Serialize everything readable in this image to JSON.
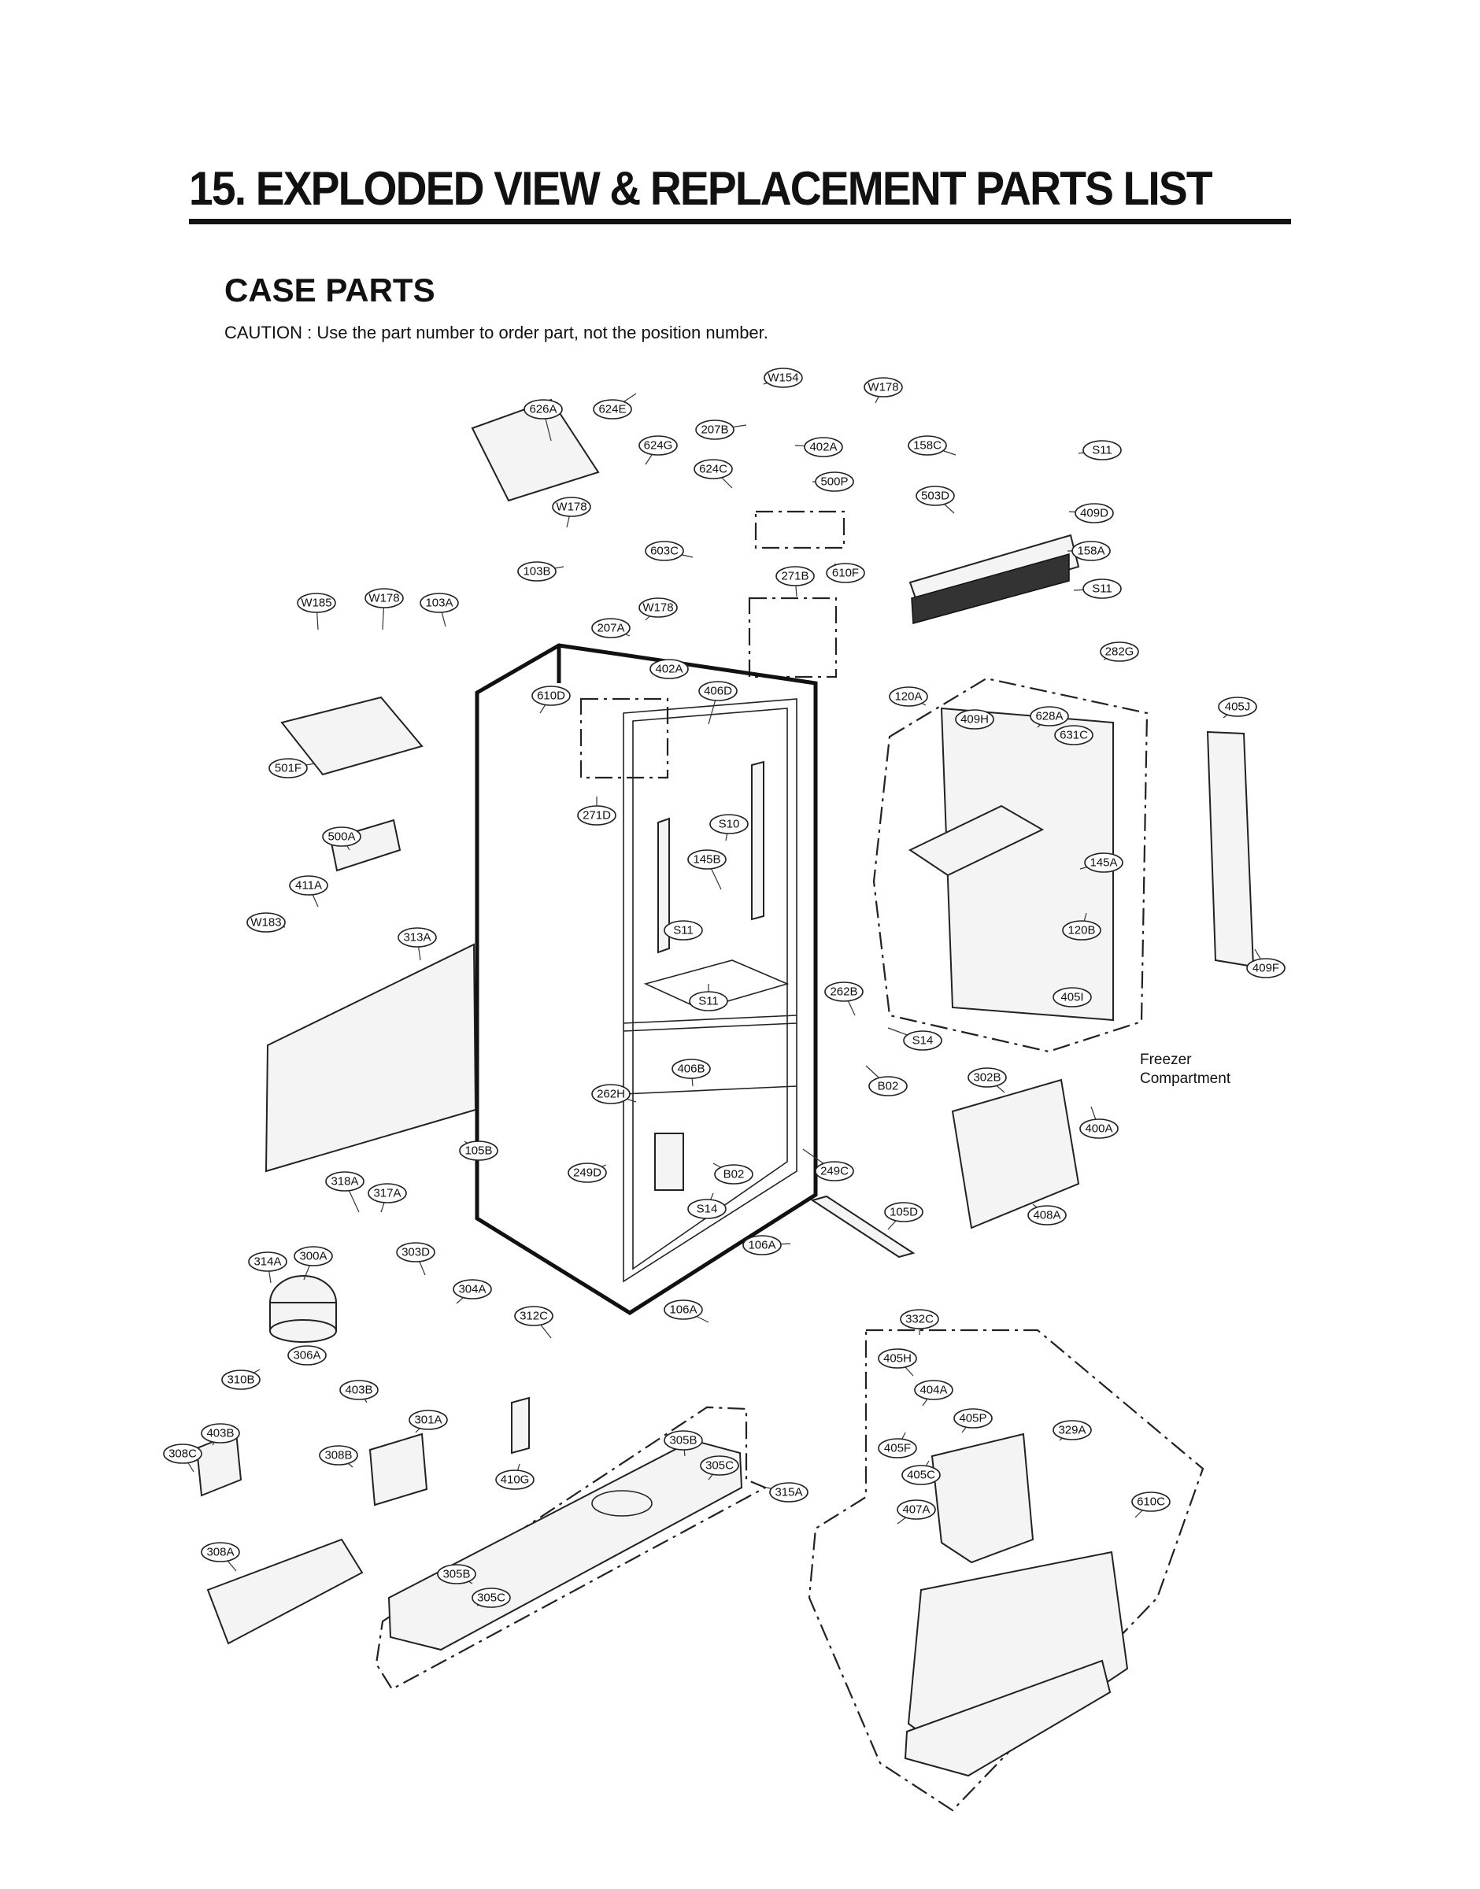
{
  "page": {
    "title": "15. EXPLODED VIEW & REPLACEMENT PARTS LIST",
    "section": "CASE PARTS",
    "caution": "CAUTION : Use the part number to order part, not the position number."
  },
  "freezer_label": [
    "Freezer",
    "Compartment"
  ],
  "callouts": [
    "626A",
    "624E",
    "W154",
    "W178",
    "207B",
    "402A",
    "158C",
    "S11",
    "624G",
    "624C",
    "500P",
    "W178",
    "503D",
    "409D",
    "603C",
    "610F",
    "158A",
    "103B",
    "271B",
    "S11",
    "W185",
    "W178",
    "103A",
    "W178",
    "207A",
    "402A",
    "282G",
    "610D",
    "406D",
    "120A",
    "409H",
    "628A",
    "405J",
    "631C",
    "501F",
    "271D",
    "S10",
    "500A",
    "145B",
    "145A",
    "411A",
    "W183",
    "313A",
    "S11",
    "120B",
    "409F",
    "S11",
    "405I",
    "262B",
    "S14",
    "406B",
    "B02",
    "302B",
    "262H",
    "400A",
    "105B",
    "249D",
    "B02",
    "249C",
    "318A",
    "317A",
    "S14",
    "105D",
    "408A",
    "106A",
    "314A",
    "300A",
    "303D",
    "304A",
    "106A",
    "312C",
    "332C",
    "306A",
    "405H",
    "310B",
    "403B",
    "404A",
    "301A",
    "405P",
    "329A",
    "403B",
    "308C",
    "308B",
    "305B",
    "405F",
    "305C",
    "405C",
    "410G",
    "315A",
    "407A",
    "610C",
    "308A",
    "305B",
    "305C"
  ]
}
